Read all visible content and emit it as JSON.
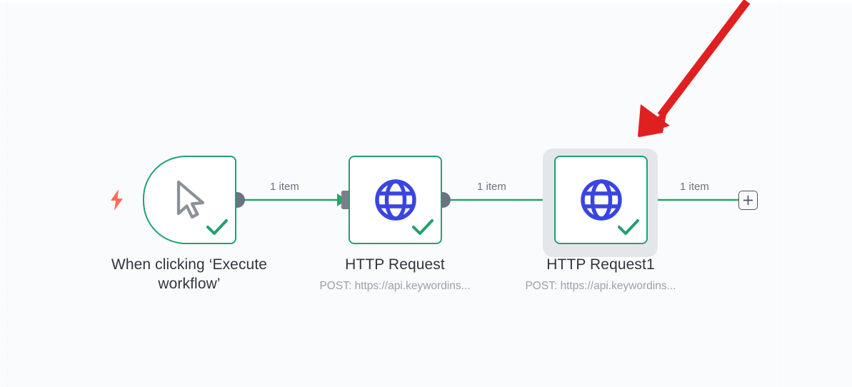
{
  "canvas": {
    "name": "n8n-workflow-canvas",
    "background_color": "#fafbfc",
    "grid_dot_color": "#d8dbe3"
  },
  "colors": {
    "node_border_green": "#1ea371",
    "connection_green": "#29a36a",
    "globe_blue": "#3a45e0",
    "endpoint_gray": "#6b7280",
    "bolt_red": "#ff6d5a",
    "annotation_red": "#e02020",
    "selection_gray": "#e4e6ea",
    "title_text": "#31353f",
    "subtitle_text": "#9aa0ac",
    "item_label_text": "#6c727f"
  },
  "nodes": [
    {
      "id": "trigger",
      "icon": "cursor-pointer-icon",
      "title": "When clicking ‘Execute workflow’",
      "subtitle": "",
      "status_icon": "check-icon",
      "badge_icon": "lightning-bolt-icon",
      "selected": false
    },
    {
      "id": "http-request",
      "icon": "globe-icon",
      "title": "HTTP Request",
      "subtitle": "POST: https://api.keywordins...",
      "status_icon": "check-icon",
      "selected": false
    },
    {
      "id": "http-request-1",
      "icon": "globe-icon",
      "title": "HTTP Request1",
      "subtitle": "POST: https://api.keywordins...",
      "status_icon": "check-icon",
      "selected": true
    }
  ],
  "connections": [
    {
      "id": "conn-1",
      "label": "1 item",
      "from": "trigger",
      "to": "http-request"
    },
    {
      "id": "conn-2",
      "label": "1 item",
      "from": "http-request",
      "to": "http-request-1"
    },
    {
      "id": "conn-3",
      "label": "1 item",
      "from": "http-request-1",
      "to": "add-node-button"
    }
  ],
  "add_node_button": {
    "label": "+",
    "name": "add-node-button"
  },
  "annotation": {
    "type": "arrow",
    "color": "#e02020",
    "points_to": "http-request-1"
  }
}
